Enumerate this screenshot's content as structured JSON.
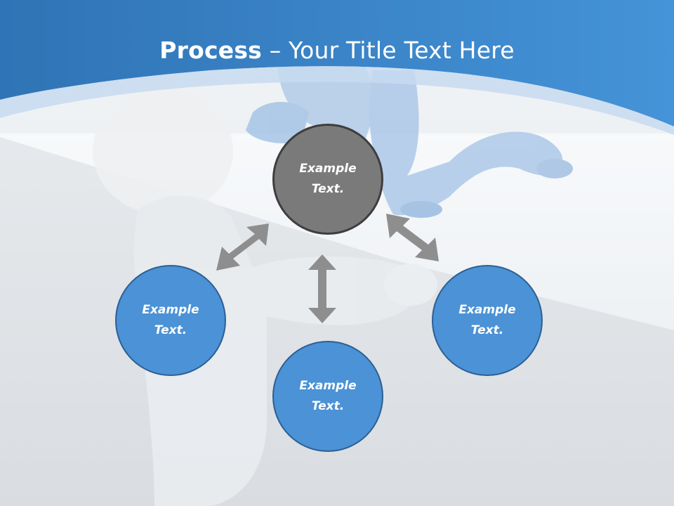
{
  "title": {
    "strong": "Process",
    "rest": " – Your Title Text Here"
  },
  "colors": {
    "header_blue": "#3a86cc",
    "node_blue": "#4b92d6",
    "node_blue_border": "#2d5f93",
    "center_gray": "#7a7a7a",
    "center_border": "#3e3e3e",
    "arrow_gray": "#8e8e8e"
  },
  "nodes": {
    "top": {
      "line1": "Example",
      "line2": "Text."
    },
    "left": {
      "line1": "Example",
      "line2": "Text."
    },
    "bottom": {
      "line1": "Example",
      "line2": "Text."
    },
    "right": {
      "line1": "Example",
      "line2": "Text."
    }
  },
  "arrows": [
    "double-headed",
    "double-headed",
    "double-headed"
  ]
}
